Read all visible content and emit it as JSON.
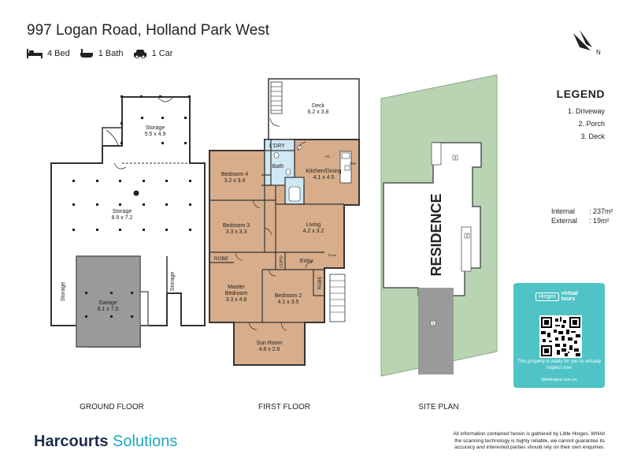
{
  "header": {
    "address": "997 Logan Road, Holland Park West"
  },
  "features": {
    "bed": "4 Bed",
    "bath": "1 Bath",
    "car": "1 Car"
  },
  "compass": {
    "label": "N"
  },
  "legend": {
    "title": "LEGEND",
    "items": [
      "1. Driveway",
      "2. Porch",
      "3. Deck"
    ]
  },
  "areas": {
    "internal_label": "Internal",
    "internal_value": ": 237m²",
    "external_label": "External",
    "external_value": ":  19m²"
  },
  "ground_floor": {
    "label": "GROUND FLOOR",
    "storage_top": "Storage",
    "storage_top_dim": "5.5 x 4.9",
    "storage_main": "Storage",
    "storage_main_dim": "8.9 x 7.2",
    "storage_left": "Storage",
    "storage_right": "Storage",
    "garage": "Garage",
    "garage_dim": "6.1 x 7.5"
  },
  "first_floor": {
    "label": "FIRST FLOOR",
    "deck": "Deck",
    "deck_dim": "6.2 x 3.8",
    "ldry": "L'DRY",
    "bath": "Bath",
    "bed4": "Bedroom 4",
    "bed4_dim": "3.2 x 3.4",
    "kitchen": "Kitchen/Dining",
    "kitchen_dim": "4.1 x 4.5",
    "bed3": "Bedroom 3",
    "bed3_dim": "3.3 x 3.3",
    "living": "Living",
    "living_dim": "4.2 x 3.2",
    "robe1": "ROBE",
    "robe2": "ROBE",
    "master1": "Master",
    "master2": "Bedroom",
    "master_dim": "3.3 x 4.8",
    "bed2": "Bedroom 2",
    "bed2_dim": "4.1 x 3.5",
    "entry": "Entry",
    "cupd": "CUP'D",
    "sunroom": "Sun Room",
    "sunroom_dim": "4.6 x 2.6",
    "ac": "AC",
    "dw": "DW",
    "porch_tag": "Porch"
  },
  "site_plan": {
    "label": "SITE PLAN",
    "residence": "RESIDENCE",
    "tag1": "1",
    "tag2": "2",
    "tag3": "3"
  },
  "virtual_tour": {
    "brand1": "Hinges",
    "brand2": "virtual",
    "brand3": "tours",
    "text": "This property is ready for you to virtually inspect now",
    "url": "littlehinges.com.au"
  },
  "footer": {
    "logo_bold": "Harcourts",
    "logo_light": " Solutions",
    "disclaimer": "All information contained herein is gathered by Little Hinges. Whilst the scanning technology is highly reliable, we cannot guarantee its accuracy and interested parties should rely on their own enquiries."
  },
  "colors": {
    "floor": "#d7ad8b",
    "garage": "#9a9a9a",
    "bath": "#cfe8f4",
    "grass": "#b9d4b3",
    "accent": "#4fc3c6",
    "brand": "#1e2d4f"
  }
}
